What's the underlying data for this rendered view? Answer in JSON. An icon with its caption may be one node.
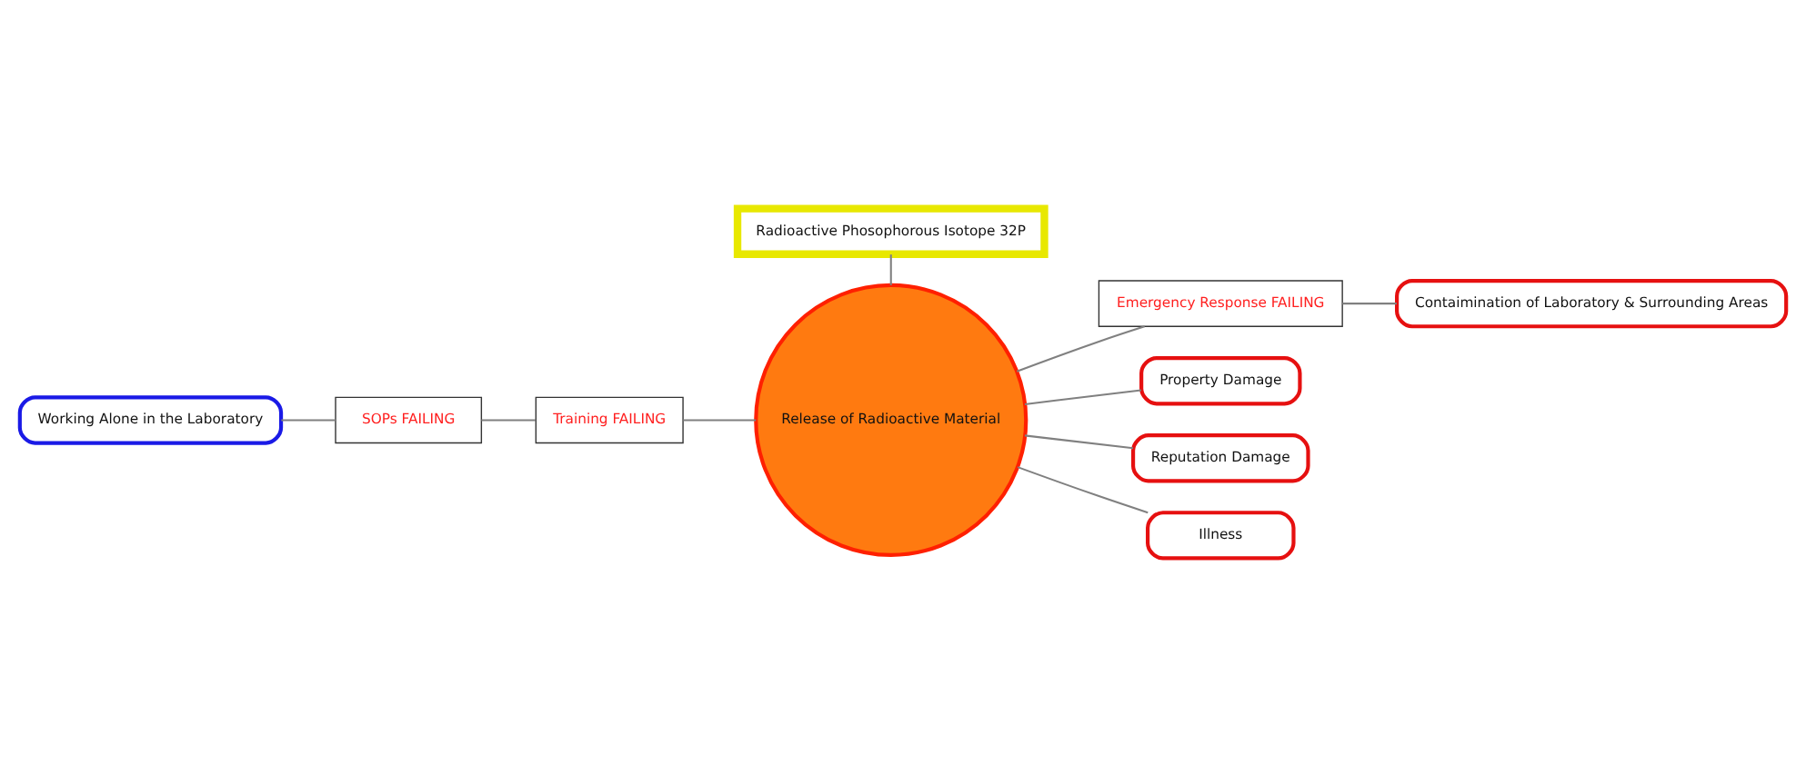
{
  "diagram": {
    "nodes": [
      {
        "text": [
          "Working Alone in the Laboratory"
        ]
      },
      {
        "text": [
          "SOPs FAILING"
        ]
      },
      {
        "text": [
          "Training FAILING"
        ]
      },
      {
        "text": [
          "Radioactive Phosophorous Isotope 32P"
        ]
      },
      {
        "text": [
          "Release of Radioactive Material"
        ]
      },
      {
        "text": [
          "Emergency Response FAILING"
        ]
      },
      {
        "text": [
          "Contaimination of Laboratory & Surrounding Areas"
        ]
      },
      {
        "text": [
          "Property Damage"
        ]
      },
      {
        "text": [
          "Reputation Damage"
        ]
      },
      {
        "text": [
          "Illness"
        ]
      }
    ],
    "edges": [
      {
        "from": 0,
        "to": 1,
        "arrow": "none"
      },
      {
        "from": 1,
        "to": 2,
        "arrow": "none"
      },
      {
        "from": 2,
        "to": 4,
        "arrow": "none"
      },
      {
        "from": 3,
        "to": 4,
        "arrow": "none"
      },
      {
        "from": 4,
        "to": 5,
        "arrow": "none"
      },
      {
        "from": 5,
        "to": 6,
        "arrow": "none"
      },
      {
        "from": 4,
        "to": 7,
        "arrow": "none"
      },
      {
        "from": 4,
        "to": 8,
        "arrow": "none"
      },
      {
        "from": 4,
        "to": 9,
        "arrow": "none"
      }
    ]
  }
}
